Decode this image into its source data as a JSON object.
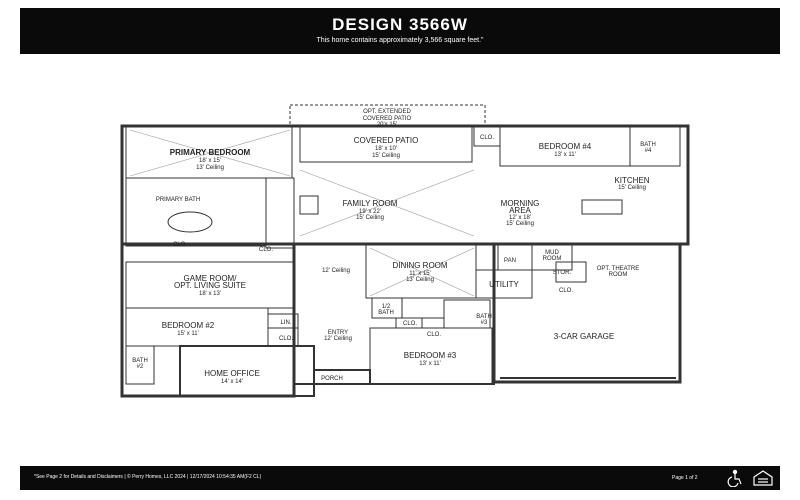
{
  "header": {
    "title": "DESIGN 3566W",
    "subtitle": "This home contains approximately 3,566 square feet.\""
  },
  "rooms": {
    "ext_patio": {
      "name": "OPT. EXTENDED",
      "name2": "COVERED PATIO",
      "size": "20'x 15'"
    },
    "patio": {
      "name": "COVERED PATIO",
      "size": "18' x 10'",
      "ceiling": "15' Ceiling"
    },
    "primary_bed": {
      "name": "PRIMARY BEDROOM",
      "size": "18' x 15'",
      "ceiling": "13' Ceiling"
    },
    "primary_bath": {
      "name": "PRIMARY BATH"
    },
    "bedroom4": {
      "name": "BEDROOM #4",
      "size": "13' x 11'"
    },
    "bath4": {
      "name": "BATH",
      "num": "#4"
    },
    "kitchen": {
      "name": "KITCHEN",
      "ceiling": "15' Ceiling"
    },
    "family": {
      "name": "FAMILY ROOM",
      "size": "19' x 22'",
      "ceiling": "15' Ceiling"
    },
    "morning": {
      "name": "MORNING",
      "name2": "AREA",
      "size": "12' x 18'",
      "ceiling": "15' Ceiling"
    },
    "game": {
      "name": "GAME ROOM/",
      "name2": "OPT. LIVING SUITE",
      "size": "18' x 13'"
    },
    "dining": {
      "name": "DINING ROOM",
      "size": "11' x 15'",
      "ceiling": "13' Ceiling"
    },
    "gallery_ceiling": "12' Ceiling",
    "pan": "PAN",
    "mud": {
      "name": "MUD",
      "name2": "ROOM"
    },
    "stor": "STOR.",
    "utility": "UTILITY",
    "theatre": {
      "name": "OPT. THEATRE",
      "name2": "ROOM"
    },
    "garage": {
      "name": "3-CAR GARAGE"
    },
    "bedroom2": {
      "name": "BEDROOM #2",
      "size": "15' x 11'"
    },
    "lin": "LIN.",
    "entry": {
      "name": "ENTRY",
      "ceiling": "12' Ceiling"
    },
    "half_bath": {
      "name": "1/2",
      "name2": "BATH"
    },
    "bath3": {
      "name": "BATH",
      "num": "#3"
    },
    "bedroom3": {
      "name": "BEDROOM #3",
      "size": "13' x 11'"
    },
    "bath2": {
      "name": "BATH",
      "num": "#2"
    },
    "office": {
      "name": "HOME OFFICE",
      "size": "14' x 14'"
    },
    "porch": "PORCH",
    "clo": "CLO."
  },
  "footer": {
    "disclaimer": "*See Page 2 for Details and Disclaimers  |  © Perry Homes, LLC 2024  |  12/17/2024 10:54:35 AM(F2 CL)",
    "page": "Page 1 of 2"
  }
}
